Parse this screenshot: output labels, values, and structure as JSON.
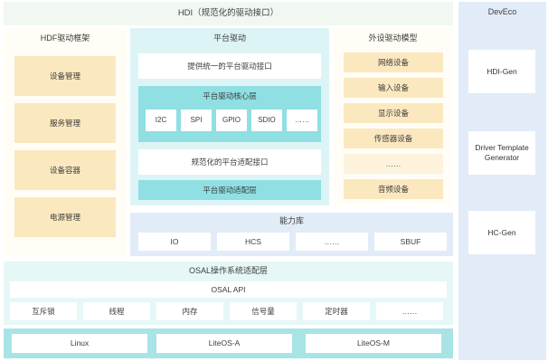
{
  "header": {
    "hdi_title": "HDI（规范化的驱动接口）"
  },
  "deveco": {
    "title": "DevEco",
    "items": [
      {
        "label": "HDI-Gen"
      },
      {
        "label": "Driver Template Generator"
      },
      {
        "label": "HC-Gen"
      }
    ]
  },
  "hdf_framework": {
    "title": "HDF驱动框架",
    "items": [
      {
        "label": "设备管理"
      },
      {
        "label": "服务管理"
      },
      {
        "label": "设备容器"
      },
      {
        "label": "电源管理"
      }
    ]
  },
  "platform_driver": {
    "title": "平台驱动",
    "unified_interface": "提供统一的平台驱动接口",
    "core_layer": {
      "title": "平台驱动核心层",
      "chips": [
        "I2C",
        "SPI",
        "GPIO",
        "SDIO",
        "……"
      ]
    },
    "adapt_interface": "规范化的平台适配接口",
    "adapt_layer": "平台驱动适配层"
  },
  "peripheral_model": {
    "title": "外设驱动模型",
    "items": [
      {
        "label": "网络设备"
      },
      {
        "label": "输入设备"
      },
      {
        "label": "显示设备"
      },
      {
        "label": "传感器设备"
      },
      {
        "label": "……"
      },
      {
        "label": "音频设备"
      }
    ]
  },
  "capability_library": {
    "title": "能力库",
    "items": [
      {
        "label": "IO"
      },
      {
        "label": "HCS"
      },
      {
        "label": "……"
      },
      {
        "label": "SBUF"
      }
    ]
  },
  "osal": {
    "title": "OSAL操作系统适配层",
    "api": "OSAL API",
    "items": [
      {
        "label": "互斥锁"
      },
      {
        "label": "线程"
      },
      {
        "label": "内存"
      },
      {
        "label": "信号量"
      },
      {
        "label": "定时器"
      },
      {
        "label": "……"
      }
    ]
  },
  "operating_systems": {
    "items": [
      {
        "label": "Linux"
      },
      {
        "label": "LiteOS-A"
      },
      {
        "label": "LiteOS-M"
      }
    ]
  },
  "colors": {
    "hdi_bar": "#f1f8f2",
    "deveco_bg": "#e1ecf8",
    "framework_bg": "#fffdf5",
    "framework_item": "#fbe8bf",
    "platform_bg": "#ddf4f6",
    "platform_core": "#8fdfe3",
    "capability_bg": "#e1ecf8",
    "osal_bg": "#e6f7f7",
    "os_row_bg": "#a8e4e6",
    "white": "#ffffff"
  }
}
